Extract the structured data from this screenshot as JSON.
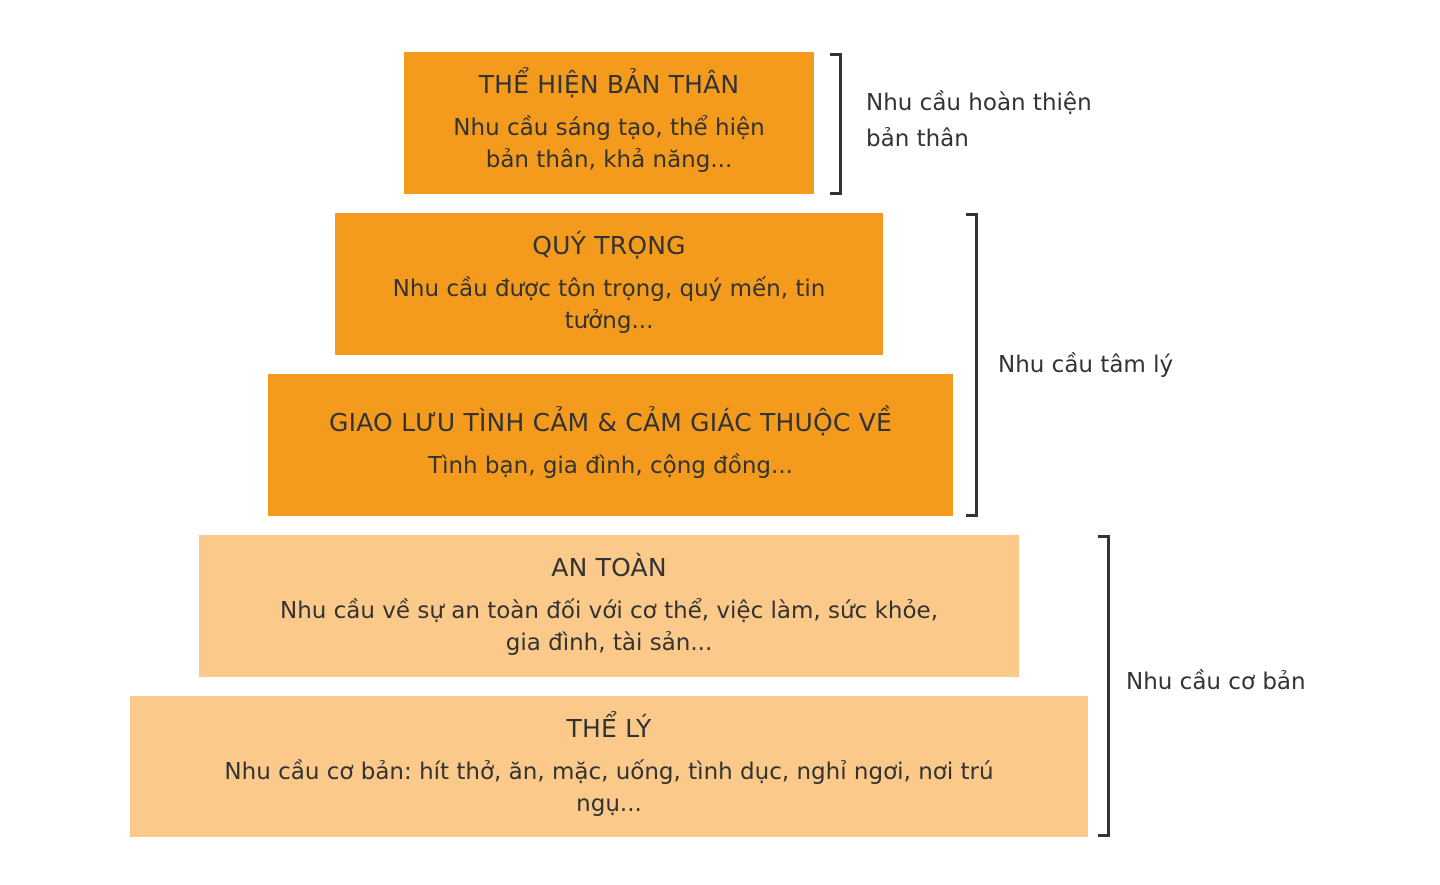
{
  "tiers": [
    {
      "title": "THỂ HIỆN BẢN THÂN",
      "description": "Nhu cầu sáng tạo, thể hiện bản thân, khả năng...",
      "color": "#f49b1e"
    },
    {
      "title": "QUÝ TRỌNG",
      "description": "Nhu cầu được tôn trọng, quý mến, tin tưởng...",
      "color": "#f49b1e"
    },
    {
      "title": "GIAO LƯU TÌNH CẢM & CẢM GIÁC THUỘC VỀ",
      "description": "Tình bạn, gia đình, cộng đồng...",
      "color": "#f49b1e"
    },
    {
      "title": "AN TOÀN",
      "description": "Nhu cầu về sự an toàn đối với cơ thể, việc làm, sức khỏe, gia đình, tài sản...",
      "color": "#fbc98a"
    },
    {
      "title": "THỂ LÝ",
      "description": "Nhu cầu cơ bản: hít thở, ăn, mặc, uống, tình dục, nghỉ ngơi, nơi trú ngụ...",
      "color": "#fbc98a"
    }
  ],
  "groups": [
    {
      "label": "Nhu cầu hoàn thiện bản thân"
    },
    {
      "label": "Nhu cầu tâm lý"
    },
    {
      "label": "Nhu cầu cơ bản"
    }
  ]
}
